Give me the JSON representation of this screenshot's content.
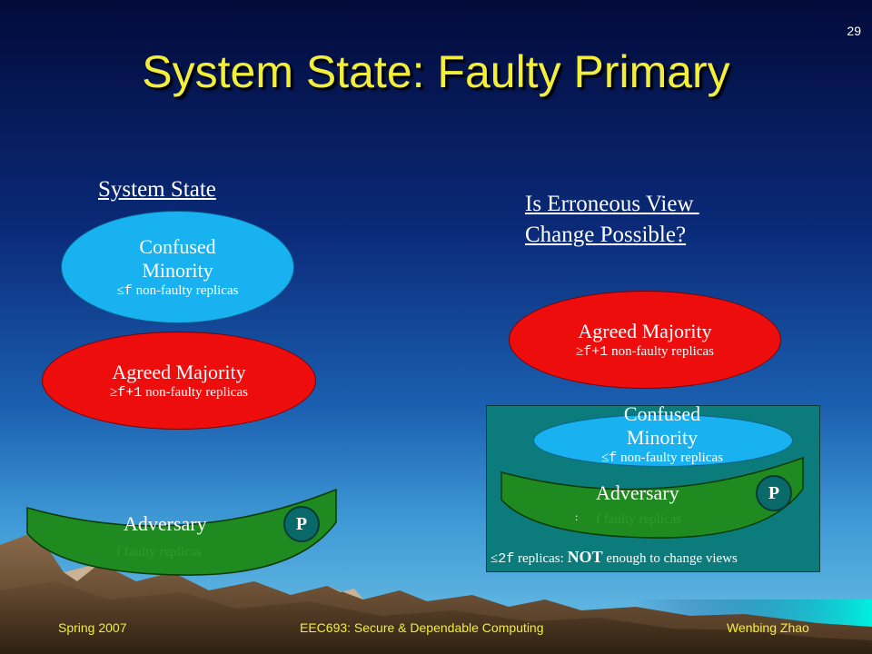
{
  "slide_number": "29",
  "title": "System State: Faulty Primary",
  "left": {
    "heading": "System State",
    "confused": {
      "line1": "Confused",
      "line2": "Minority",
      "symbol": "≤",
      "code": "f",
      "suffix": " non-faulty replicas"
    },
    "agreed": {
      "line1": "Agreed Majority",
      "symbol": "≥",
      "code": "f+1",
      "suffix": " non-faulty replicas"
    },
    "adversary": {
      "label": "Adversary",
      "primary": "P",
      "faulty": "f  faulty replicas"
    }
  },
  "right": {
    "heading_line1": "Is Erroneous View ",
    "heading_line2": "Change Possible?",
    "agreed": {
      "line1": "Agreed Majority",
      "symbol": "≥",
      "code": "f+1",
      "suffix": " non-faulty replicas"
    },
    "confused": {
      "line1": "Confused",
      "line2": "Minority",
      "symbol": "≤",
      "code": "f",
      "suffix": " non-faulty replicas"
    },
    "adversary": {
      "label": "Adversary",
      "primary": "P",
      "dot": ":",
      "faulty": "f  faulty replicas"
    },
    "note": {
      "symbol": "≤",
      "code": "2f",
      "middle": " replicas: ",
      "emph": "NOT",
      "tail": " enough to change views"
    }
  },
  "footer": {
    "left": "Spring 2007",
    "center": "EEC693: Secure & Dependable Computing",
    "right": "Wenbing Zhao"
  },
  "colors": {
    "title": "#f2ee3a",
    "confused_oval": "#19b2f0",
    "agreed_oval": "#ee0d0d",
    "adversary": "#1f8a1f",
    "teal_box": "#0b7b7b"
  }
}
